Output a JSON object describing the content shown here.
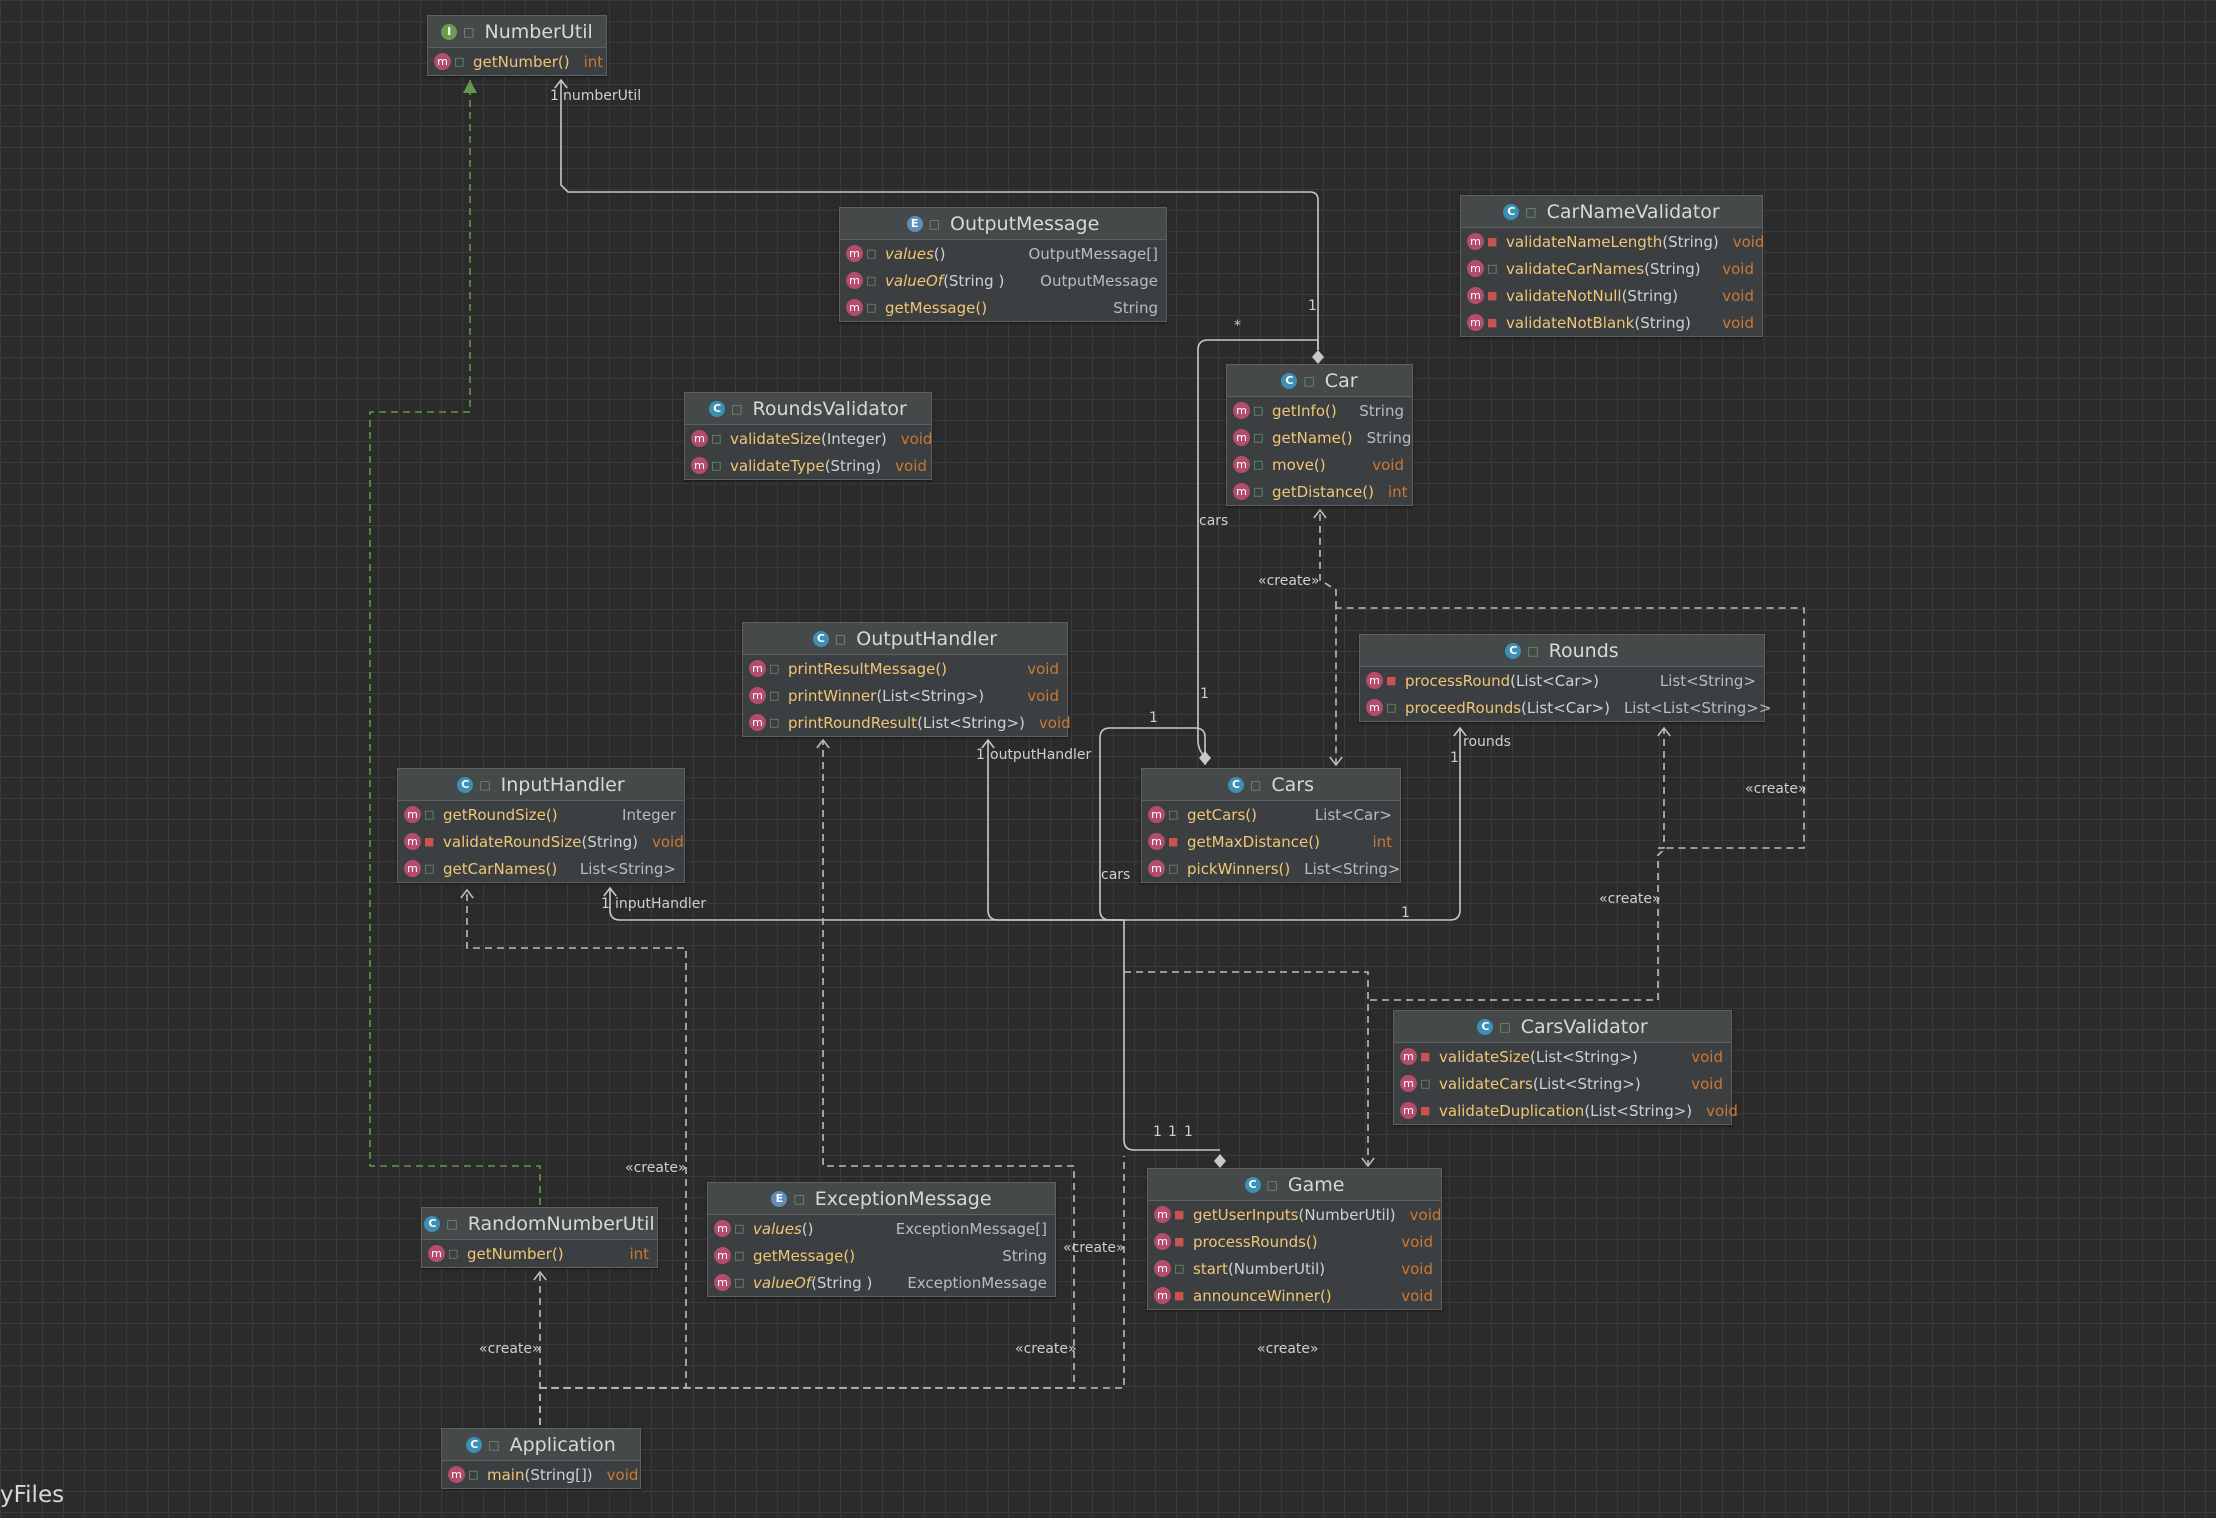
{
  "nodes": [
    {
      "id": "numberutil",
      "title": "NumberUtil",
      "kind": "I",
      "methods": [
        {
          "name": "getNumber()",
          "params": "",
          "ret": "int",
          "prim": true,
          "priv": false,
          "italic": false
        }
      ]
    },
    {
      "id": "outputmessage",
      "title": "OutputMessage",
      "kind": "E",
      "methods": [
        {
          "name": "values",
          "params": "()",
          "ret": "OutputMessage[]",
          "prim": false,
          "priv": false,
          "italic": true
        },
        {
          "name": "valueOf",
          "params": "(String   )",
          "ret": "OutputMessage",
          "prim": false,
          "priv": false,
          "italic": true
        },
        {
          "name": "getMessage()",
          "params": "",
          "ret": "String",
          "prim": false,
          "priv": false,
          "italic": false
        }
      ]
    },
    {
      "id": "carnamevalidator",
      "title": "CarNameValidator",
      "kind": "C",
      "methods": [
        {
          "name": "validateNameLength",
          "params": "(String)",
          "ret": "void",
          "prim": true,
          "priv": true,
          "italic": false
        },
        {
          "name": "validateCarNames",
          "params": "(String)",
          "ret": "void",
          "prim": true,
          "priv": false,
          "italic": false
        },
        {
          "name": "validateNotNull",
          "params": "(String)",
          "ret": "void",
          "prim": true,
          "priv": true,
          "italic": false
        },
        {
          "name": "validateNotBlank",
          "params": "(String)",
          "ret": "void",
          "prim": true,
          "priv": true,
          "italic": false
        }
      ]
    },
    {
      "id": "car",
      "title": "Car",
      "kind": "C",
      "methods": [
        {
          "name": "getInfo()",
          "params": "",
          "ret": "String",
          "prim": false,
          "priv": false,
          "italic": false
        },
        {
          "name": "getName()",
          "params": "",
          "ret": "String",
          "prim": false,
          "priv": false,
          "italic": false
        },
        {
          "name": "move()",
          "params": "",
          "ret": "void",
          "prim": true,
          "priv": false,
          "italic": false
        },
        {
          "name": "getDistance()",
          "params": "",
          "ret": "int",
          "prim": true,
          "priv": false,
          "italic": false
        }
      ]
    },
    {
      "id": "roundsvalidator",
      "title": "RoundsValidator",
      "kind": "C",
      "methods": [
        {
          "name": "validateSize",
          "params": "(Integer)",
          "ret": "void",
          "prim": true,
          "priv": false,
          "italic": false
        },
        {
          "name": "validateType",
          "params": "(String)",
          "ret": "void",
          "prim": true,
          "priv": false,
          "italic": false
        }
      ]
    },
    {
      "id": "outputhandler",
      "title": "OutputHandler",
      "kind": "C",
      "methods": [
        {
          "name": "printResultMessage()",
          "params": "",
          "ret": "void",
          "prim": true,
          "priv": false,
          "italic": false
        },
        {
          "name": "printWinner",
          "params": "(List<String>)",
          "ret": "void",
          "prim": true,
          "priv": false,
          "italic": false
        },
        {
          "name": "printRoundResult",
          "params": "(List<String>)",
          "ret": "void",
          "prim": true,
          "priv": false,
          "italic": false
        }
      ]
    },
    {
      "id": "rounds",
      "title": "Rounds",
      "kind": "C",
      "methods": [
        {
          "name": "processRound",
          "params": "(List<Car>)",
          "ret": "List<String>",
          "prim": false,
          "priv": true,
          "italic": false
        },
        {
          "name": "proceedRounds",
          "params": "(List<Car>)",
          "ret": "List<List<String>>",
          "prim": false,
          "priv": false,
          "italic": false
        }
      ]
    },
    {
      "id": "inputhandler",
      "title": "InputHandler",
      "kind": "C",
      "methods": [
        {
          "name": "getRoundSize()",
          "params": "",
          "ret": "Integer",
          "prim": false,
          "priv": false,
          "italic": false
        },
        {
          "name": "validateRoundSize",
          "params": "(String)",
          "ret": "void",
          "prim": true,
          "priv": true,
          "italic": false
        },
        {
          "name": "getCarNames()",
          "params": "",
          "ret": "List<String>",
          "prim": false,
          "priv": false,
          "italic": false
        }
      ]
    },
    {
      "id": "cars",
      "title": "Cars",
      "kind": "C",
      "methods": [
        {
          "name": "getCars()",
          "params": "",
          "ret": "List<Car>",
          "prim": false,
          "priv": false,
          "italic": false
        },
        {
          "name": "getMaxDistance()",
          "params": "",
          "ret": "int",
          "prim": true,
          "priv": true,
          "italic": false
        },
        {
          "name": "pickWinners()",
          "params": "",
          "ret": "List<String>",
          "prim": false,
          "priv": false,
          "italic": false
        }
      ]
    },
    {
      "id": "carsvalidator",
      "title": "CarsValidator",
      "kind": "C",
      "methods": [
        {
          "name": "validateSize",
          "params": "(List<String>)",
          "ret": "void",
          "prim": true,
          "priv": true,
          "italic": false
        },
        {
          "name": "validateCars",
          "params": "(List<String>)",
          "ret": "void",
          "prim": true,
          "priv": false,
          "italic": false
        },
        {
          "name": "validateDuplication",
          "params": "(List<String>)",
          "ret": "void",
          "prim": true,
          "priv": true,
          "italic": false
        }
      ]
    },
    {
      "id": "game",
      "title": "Game",
      "kind": "C",
      "methods": [
        {
          "name": "getUserInputs",
          "params": "(NumberUtil)",
          "ret": "void",
          "prim": true,
          "priv": true,
          "italic": false
        },
        {
          "name": "processRounds()",
          "params": "",
          "ret": "void",
          "prim": true,
          "priv": true,
          "italic": false
        },
        {
          "name": "start",
          "params": "(NumberUtil)",
          "ret": "void",
          "prim": true,
          "priv": false,
          "italic": false
        },
        {
          "name": "announceWinner()",
          "params": "",
          "ret": "void",
          "prim": true,
          "priv": true,
          "italic": false
        }
      ]
    },
    {
      "id": "randomnumberutil",
      "title": "RandomNumberUtil",
      "kind": "C",
      "methods": [
        {
          "name": "getNumber()",
          "params": "",
          "ret": "int",
          "prim": true,
          "priv": false,
          "italic": false
        }
      ]
    },
    {
      "id": "exceptionmessage",
      "title": "ExceptionMessage",
      "kind": "E",
      "methods": [
        {
          "name": "values",
          "params": "()",
          "ret": "ExceptionMessage[]",
          "prim": false,
          "priv": false,
          "italic": true
        },
        {
          "name": "getMessage()",
          "params": "",
          "ret": "String",
          "prim": false,
          "priv": false,
          "italic": false
        },
        {
          "name": "valueOf",
          "params": "(String   )",
          "ret": "ExceptionMessage",
          "prim": false,
          "priv": false,
          "italic": true
        }
      ]
    },
    {
      "id": "application",
      "title": "Application",
      "kind": "C",
      "methods": [
        {
          "name": "main",
          "params": "(String[])",
          "ret": "void",
          "prim": true,
          "priv": false,
          "italic": false
        }
      ]
    }
  ],
  "edge_labels": [
    "1",
    "numberUtil",
    "*",
    "1",
    "cars",
    "«create»",
    "1",
    "1",
    "1",
    "outputHandler",
    "1",
    "rounds",
    "«create»",
    "1",
    "inputHandler",
    "cars",
    "1",
    "«create»",
    "1",
    "1",
    "1",
    "«create»",
    "«create»",
    "«create»",
    "«create»",
    "«create»"
  ],
  "watermark": "yFiles",
  "colors": {
    "background": "#2b2b2b",
    "association": "#c8c8c8",
    "create": "#bcbcbc",
    "realization": "#5f9a4d"
  }
}
